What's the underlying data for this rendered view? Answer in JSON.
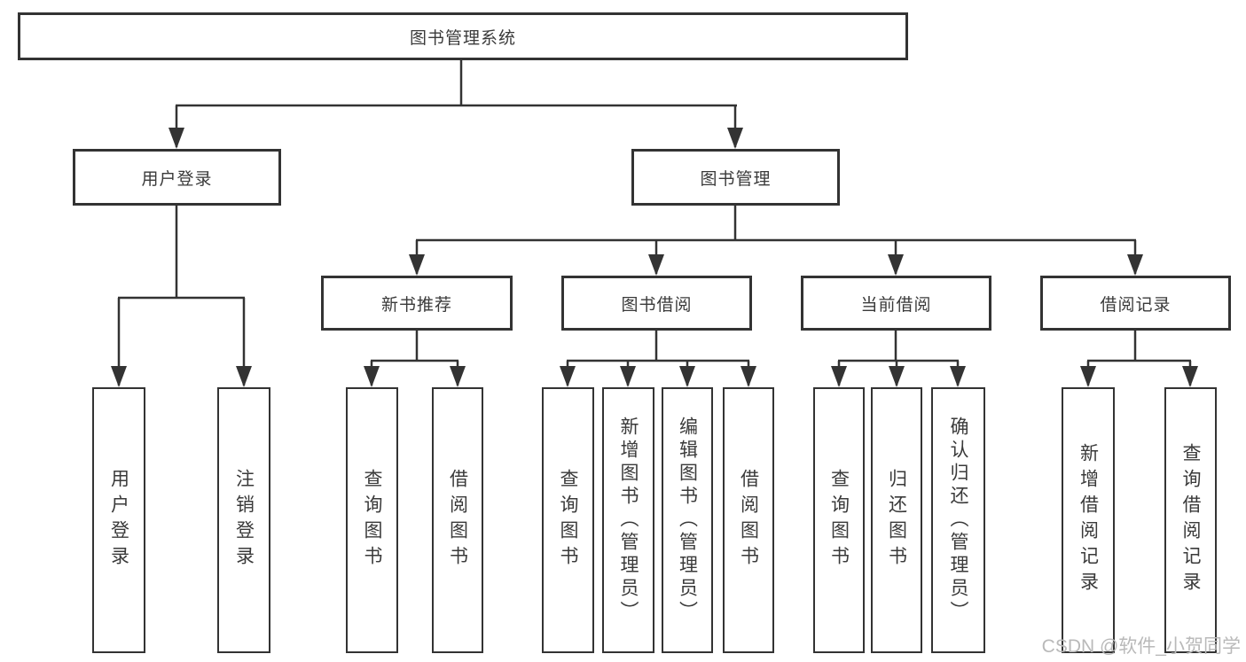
{
  "tree": {
    "root": {
      "label": "图书管理系统"
    },
    "branches": [
      {
        "label": "用户登录",
        "children": [
          {
            "label": "用户登录"
          },
          {
            "label": "注销登录"
          }
        ]
      },
      {
        "label": "图书管理",
        "children": [
          {
            "label": "新书推荐",
            "children": [
              {
                "label": "查询图书"
              },
              {
                "label": "借阅图书"
              }
            ]
          },
          {
            "label": "图书借阅",
            "children": [
              {
                "label": "查询图书"
              },
              {
                "label": "新增图书（管理员）"
              },
              {
                "label": "编辑图书（管理员）"
              },
              {
                "label": "借阅图书"
              }
            ]
          },
          {
            "label": "当前借阅",
            "children": [
              {
                "label": "查询图书"
              },
              {
                "label": "归还图书"
              },
              {
                "label": "确认归还（管理员）"
              }
            ]
          },
          {
            "label": "借阅记录",
            "children": [
              {
                "label": "新增借阅记录"
              },
              {
                "label": "查询借阅记录"
              }
            ]
          }
        ]
      }
    ]
  },
  "watermark": {
    "text": "CSDN @软件_小贺同学"
  },
  "colors": {
    "line": "#333333",
    "border": "#333333",
    "text": "#3a3a3a",
    "background": "#ffffff",
    "watermark": "#b9b9b9"
  }
}
